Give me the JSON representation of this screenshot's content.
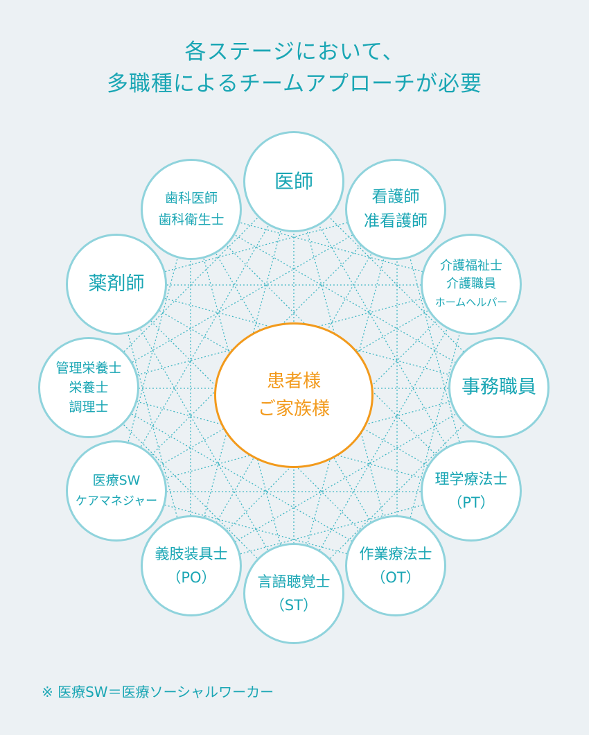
{
  "title": {
    "line1": "各ステージにおいて、",
    "line2": "多職種によるチームアプローチが必要"
  },
  "center": {
    "line1": "患者様",
    "line2": "ご家族様"
  },
  "nodes": [
    {
      "key": "doctor",
      "lines": [
        "医師"
      ]
    },
    {
      "key": "nurse",
      "lines": [
        "看護師",
        "准看護師"
      ]
    },
    {
      "key": "caregiver",
      "lines": [
        "介護福祉士",
        "介護職員",
        "ホームヘルパー"
      ]
    },
    {
      "key": "clerk",
      "lines": [
        "事務職員"
      ]
    },
    {
      "key": "pt",
      "lines": [
        "理学療法士",
        "（PT）"
      ]
    },
    {
      "key": "ot",
      "lines": [
        "作業療法士",
        "（OT）"
      ]
    },
    {
      "key": "st",
      "lines": [
        "言語聴覚士",
        "（ST）"
      ]
    },
    {
      "key": "po",
      "lines": [
        "義肢装具士",
        "（PO）"
      ]
    },
    {
      "key": "sw",
      "lines": [
        "医療SW",
        "ケアマネジャー"
      ]
    },
    {
      "key": "dietitian",
      "lines": [
        "管理栄養士",
        "栄養士",
        "調理士"
      ]
    },
    {
      "key": "pharmacist",
      "lines": [
        "薬剤師"
      ]
    },
    {
      "key": "dentist",
      "lines": [
        "歯科医師",
        "歯科衛生士"
      ]
    }
  ],
  "note": "※ 医療SW＝医療ソーシャルワーカー",
  "colors": {
    "accent": "#1aa6b4",
    "center_border": "#f29a1c",
    "node_border": "#8fd3dc",
    "background": "#ecf1f4"
  }
}
